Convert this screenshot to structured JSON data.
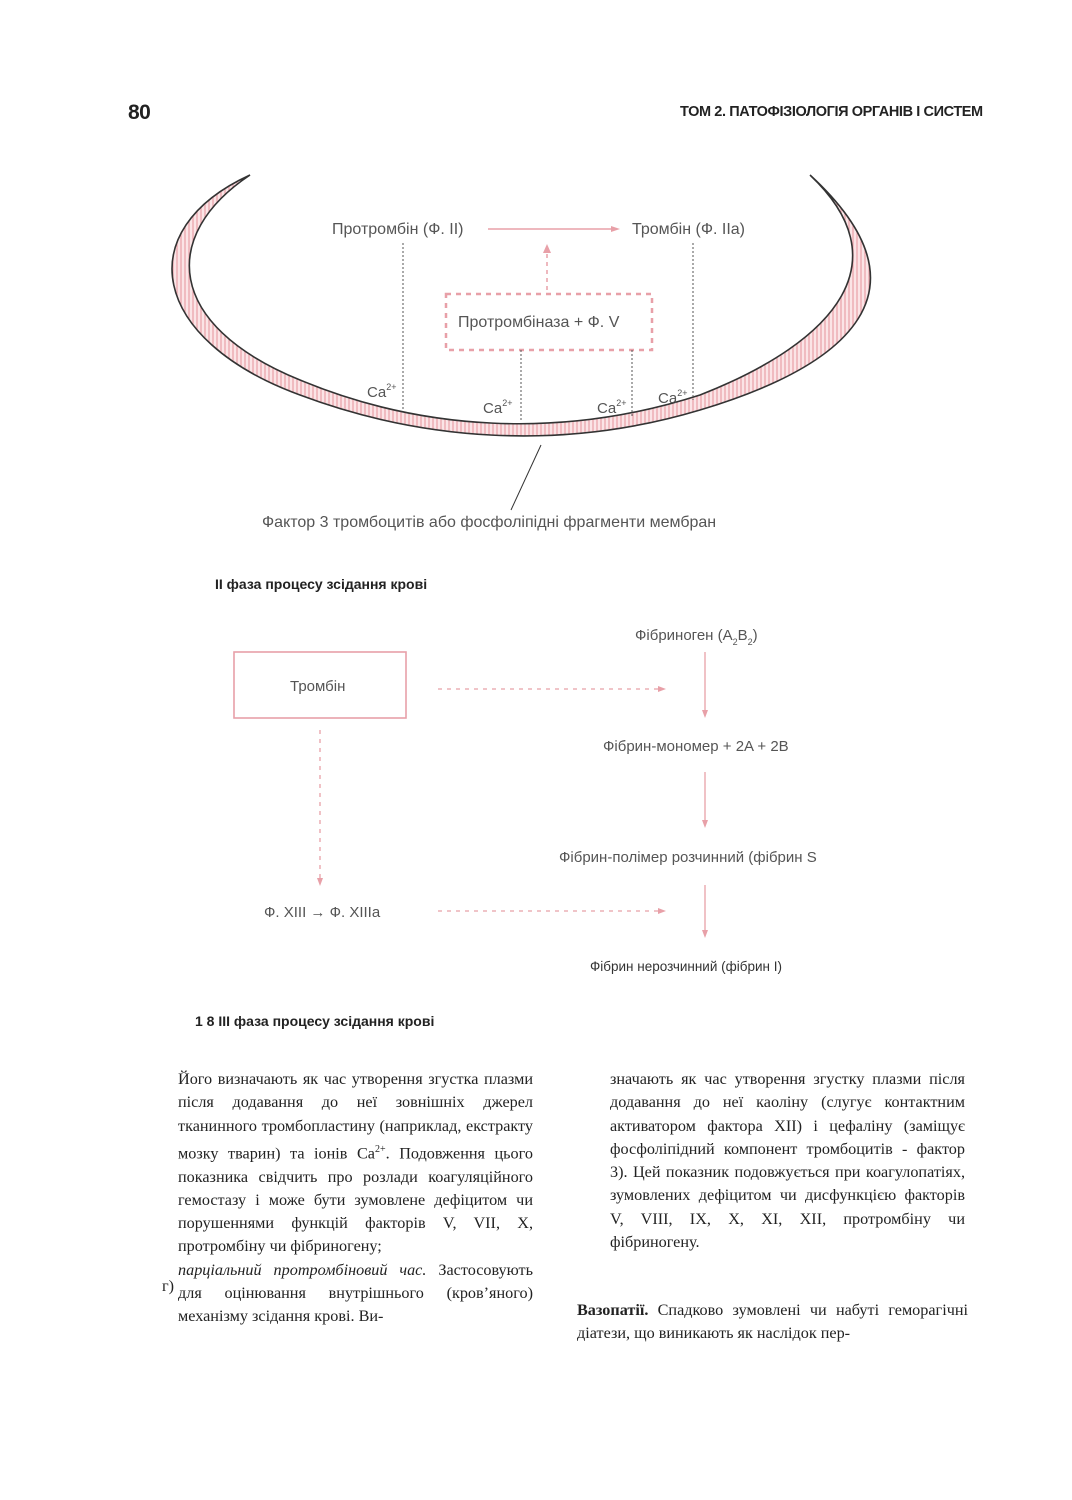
{
  "header": {
    "page_number": "80",
    "running_title": "ТОМ 2. ПАТОФІЗІОЛОГІЯ ОРГАНІВ І СИСТЕМ"
  },
  "diagram1": {
    "prothrombin": "Протромбін (Ф. II)",
    "thrombin": "Тромбін (Ф. IIa)",
    "prothrombinase": "Протромбіназа +  Ф. V",
    "ca": "Ca",
    "ca_sup": "2+",
    "membrane_label": "Фактор 3 тромбоцитів або фосфоліпідні фрагменти мембран",
    "colors": {
      "accent": "#e8a0a8",
      "line": "#333333",
      "text": "#555555"
    }
  },
  "phase2_caption": "II фаза процесу зсідання крові",
  "diagram2": {
    "thrombin_box": "Тромбін",
    "fibrinogen": "Фібриноген (A",
    "fibrinogen_sub1": "2",
    "fibrinogen_mid": "B",
    "fibrinogen_sub2": "2",
    "fibrinogen_end": ")",
    "fibrin_monomer": "Фібрин-мономер + 2A + 2B",
    "fibrin_polymer": "Фібрин-полімер розчинний  (фібрин S",
    "factor_xiii": "Ф. XIII → Ф. XIIIa",
    "fibrin_insoluble": "Фібрин нерозчинний (фібрин I)"
  },
  "phase3_caption": "1 8 III фаза процесу зсідання крові",
  "body": {
    "left": {
      "p1_before_sup": "Його визначають як час утворення згустка плазми після додавання до неї зовнішніх джерел тканинного тромбопластину (наприклад, екстракту мозку тварин) та іонів Ca",
      "p1_sup": "2+",
      "p1_after_sup": ". Подовження цього показника свідчить про розлади коагуляційного гемостазу і може бути зумовлене дефіцитом чи порушеннями функцій факторів V, VII, X, протромбіну чи фібриногену;",
      "list_marker": "г)",
      "p2_term": "парціальний протромбіновий час.",
      "p2_rest": " Застосовують для оцінювання внутрішнього (кров’яного) механізму зсідання крові. Ви-"
    },
    "right": {
      "p1": "значають як час утворення згустку плазми після додавання до неї каоліну (слугує контактним активатором фактора XII) і цефаліну (заміщує фосфоліпідний компонент тромбоцитів - фактор 3). Цей показник подовжується при коагулопатіях, зумовлених дефіцитом чи дисфункцією факторів V, VIII, IX, X, XI, XII, протромбіну чи фібриногену.",
      "p2_term": "Вазопатії.",
      "p2_rest": " Спадково зумовлені чи набуті геморагічні діатези, що виникають як наслідок пер-"
    }
  }
}
